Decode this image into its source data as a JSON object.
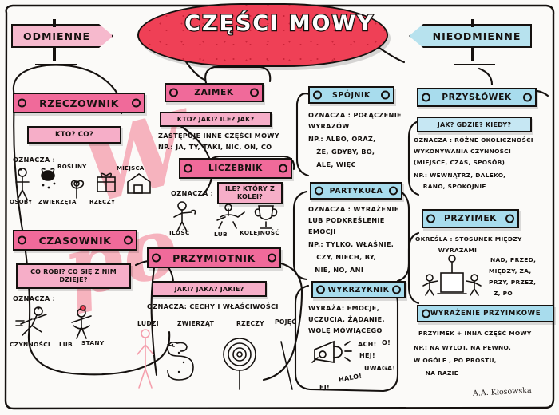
{
  "poster": {
    "title": "CZĘŚCI MOWY",
    "signature": "A.A. Kłosowska",
    "watermark_line1": "W",
    "watermark_line2": "po"
  },
  "signposts": [
    {
      "label": "ODMIENNE",
      "direction": "right",
      "color": "#f6b9cd"
    },
    {
      "label": "NIEODMIENNE",
      "direction": "left",
      "color": "#b7e2ee"
    }
  ],
  "sections": [
    {
      "id": "rzeczownik",
      "title": "RZECZOWNIK",
      "color": "#f06a9a",
      "question": "KTO? CO?",
      "lines": [
        "OZNACZA :"
      ],
      "icon_labels": [
        "OSOBY",
        "ZWIERZĘTA",
        "ROŚLINY",
        "RZECZY",
        "MIEJSCA"
      ]
    },
    {
      "id": "czasownik",
      "title": "CZASOWNIK",
      "color": "#f06a9a",
      "question": "CO ROBI?\nCO SIĘ Z NIM DZIEJE?",
      "lines": [
        "OZNACZA :"
      ],
      "icon_labels": [
        "CZYNNOŚCI",
        "LUB",
        "STANY"
      ]
    },
    {
      "id": "zaimek",
      "title": "ZAIMEK",
      "color": "#f06a9a",
      "question": "KTO? JAKI? ILE? JAK?",
      "lines": [
        "ZASTĘPUJE INNE CZĘŚCI MOWY",
        "NP.: JA, TY, TAKI, NIC, ON, CO"
      ],
      "icon_labels": []
    },
    {
      "id": "liczebnik",
      "title": "LICZEBNIK",
      "color": "#f06a9a",
      "question": "ILE? KTÓRY\nZ KOLEI?",
      "lines": [
        "OZNACZA :"
      ],
      "icon_labels": [
        "ILOŚĆ",
        "LUB",
        "KOLEJNOŚĆ"
      ]
    },
    {
      "id": "przymiotnik",
      "title": "PRZYMIOTNIK",
      "color": "#f06a9a",
      "question": "JAKI? JAKA? JAKIE?",
      "lines": [
        "OZNACZA: CECHY I WŁAŚCIWOŚCI"
      ],
      "icon_labels": [
        "LUDZI",
        "ZWIERZĄT",
        "RZECZY",
        "POJĘĆ"
      ]
    },
    {
      "id": "spojnik",
      "title": "SPÓJNIK",
      "color": "#a8dced",
      "question": "",
      "lines": [
        "OZNACZA : POŁĄCZENIE",
        "WYRAZÓW",
        "NP.: ALBO, ORAZ,",
        "  ŻE, GDYBY, BO,",
        "  ALE, WIĘC"
      ],
      "icon_labels": []
    },
    {
      "id": "partykula",
      "title": "PARTYKUŁA",
      "color": "#a8dced",
      "question": "",
      "lines": [
        "OZNACZA : WYRAŻENIE",
        "LUB PODKREŚLENIE",
        "EMOCJI",
        "NP.: TYLKO, WŁAŚNIE,",
        "  CZY, NIECH, BY,",
        "  NIE, NO, ANI"
      ],
      "icon_labels": []
    },
    {
      "id": "wykrzyknik",
      "title": "WYKRZYKNIK",
      "color": "#a8dced",
      "question": "",
      "lines": [
        "WYRAŻA: EMOCJE,",
        "UCZUCIA, ŻĄDANIE,",
        "WOLĘ MÓWIĄCEGO"
      ],
      "icon_labels": [
        "ACH!",
        "O!",
        "HEJ!",
        "UWAGA!",
        "HALO!",
        "EJ!"
      ]
    },
    {
      "id": "przyslowek",
      "title": "PRZYSŁÓWEK",
      "color": "#a8dced",
      "question": "JAK? GDZIE? KIEDY?",
      "lines": [
        "OZNACZA : RÓŻNE OKOLICZNOŚCI",
        "WYKONYWANIA CZYNNOŚCI",
        "(MIEJSCE, CZAS, SPOSÓB)",
        "NP.: WEWNĄTRZ, DALEKO,",
        "  RANO, SPOKOJNIE"
      ],
      "icon_labels": []
    },
    {
      "id": "przyimek",
      "title": "PRZYIMEK",
      "color": "#a8dced",
      "question": "",
      "lines": [
        "OKREŚLA : STOSUNEK MIĘDZY",
        "          WYRAZAMI"
      ],
      "examples": [
        "NAD, PRZED,",
        "MIĘDZY, ZA,",
        "PRZY, PRZEZ,",
        "Z, PO"
      ],
      "icon_labels": []
    },
    {
      "id": "wyrazenie-przyimkowe",
      "title": "WYRAŻENIE PRZYIMKOWE",
      "color": "#a8dced",
      "question": "",
      "lines": [
        "PRZYIMEK + INNA CZĘŚĆ MOWY",
        "NP.: NA WYLOT, NA PEWNO,",
        "W OGÓLE , PO PROSTU,",
        "   NA RAZIE"
      ],
      "icon_labels": []
    }
  ]
}
